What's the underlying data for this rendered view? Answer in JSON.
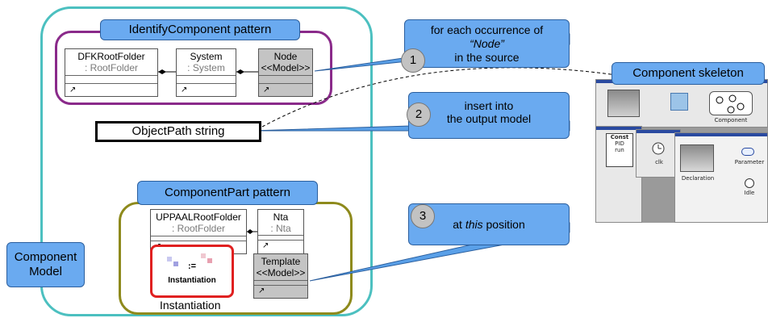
{
  "outer_label": "Component\nModel",
  "identify": {
    "title": "IdentifyComponent pattern",
    "classes": [
      {
        "name": "DFKRootFolder",
        "type": ": RootFolder",
        "footer": "↗"
      },
      {
        "name": "System",
        "type": ": System",
        "footer": "↗"
      },
      {
        "name": "Node",
        "type": "<<Model>>",
        "footer": "↗"
      }
    ]
  },
  "objectpath": "ObjectPath string",
  "componentpart": {
    "title": "ComponentPart pattern",
    "classes": [
      {
        "name": "UPPAALRootFolder",
        "type": ": RootFolder",
        "footer": "↗"
      },
      {
        "name": "Nta",
        "type": ": Nta",
        "footer": "↗"
      },
      {
        "name": "Template",
        "type": "<<Model>>",
        "footer": "↗"
      }
    ],
    "instantiation_icon": ":=",
    "instantiation_inner": "Instantiation",
    "instantiation_caption": "Instantiation"
  },
  "steps": [
    {
      "number": "1",
      "pre": "for each occurrence of",
      "quote": "“Node”",
      "post": "in the source"
    },
    {
      "number": "2",
      "text": "insert into\nthe output model"
    },
    {
      "number": "3",
      "pre": "at ",
      "italic": "this",
      "post": " position"
    }
  ],
  "skeleton": {
    "label": "Component skeleton",
    "labels": {
      "component": "Component",
      "const": "Const",
      "pid": "PID",
      "run": "run",
      "clk": "clk",
      "declaration": "Declaration",
      "parameter": "Parameter",
      "idle": "Idle"
    }
  }
}
